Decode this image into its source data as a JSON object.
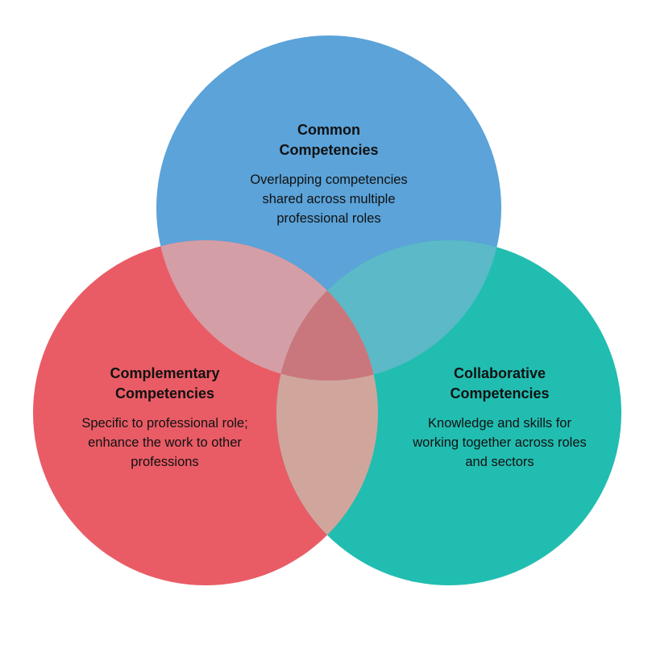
{
  "colors": {
    "common": "#5ba3d9",
    "complementary": "#e95c66",
    "collaborative": "#22bdb1",
    "overlap_common_complementary": "#d49ea7",
    "overlap_common_collaborative": "#5bb9c8",
    "overlap_complementary_collaborative": "#d0a69c",
    "overlap_all": "#c9777c"
  },
  "circles": {
    "common": {
      "title_line1": "Common",
      "title_line2": "Competencies",
      "desc_line1": "Overlapping competencies",
      "desc_line2": "shared across multiple",
      "desc_line3": "professional roles"
    },
    "complementary": {
      "title_line1": "Complementary",
      "title_line2": "Competencies",
      "desc_line1": "Specific to professional role;",
      "desc_line2": "enhance the work to other",
      "desc_line3": "professions"
    },
    "collaborative": {
      "title_line1": "Collaborative",
      "title_line2": "Competencies",
      "desc_line1": "Knowledge and skills for",
      "desc_line2": "working together across roles",
      "desc_line3": "and sectors"
    }
  }
}
